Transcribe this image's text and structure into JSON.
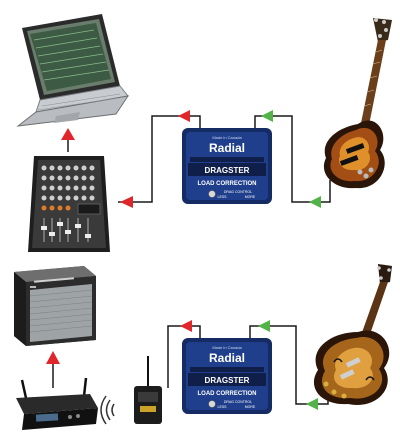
{
  "colors": {
    "cable": "#1a1a1a",
    "arrow_red": "#e0262b",
    "arrow_green": "#52b447",
    "di_box_blue": "#1f3f8c",
    "di_box_dark": "#142b63"
  },
  "top_setup": {
    "laptop": {
      "icon": "laptop-icon"
    },
    "mixer": {
      "icon": "mixer-icon"
    },
    "bass_guitar": {
      "icon": "bass-guitar-icon"
    },
    "di_box": {
      "brand": "Radial",
      "origin": "Made in Canada",
      "name": "DRAGSTER",
      "function": "LOAD CORRECTION",
      "knob_label": "DRAG CONTROL",
      "less_label": "LESS",
      "more_label": "MORE"
    }
  },
  "bottom_setup": {
    "amplifier": {
      "icon": "amplifier-icon"
    },
    "wireless_receiver": {
      "icon": "wireless-receiver-icon"
    },
    "bodypack_transmitter": {
      "icon": "bodypack-transmitter-icon"
    },
    "wireless_signal": {
      "icon": "wireless-signal-icon"
    },
    "electric_guitar": {
      "icon": "hollowbody-guitar-icon"
    },
    "di_box": {
      "brand": "Radial",
      "origin": "Made in Canada",
      "name": "DRAGSTER",
      "function": "LOAD CORRECTION",
      "knob_label": "DRAG CONTROL",
      "less_label": "LESS",
      "more_label": "MORE"
    }
  }
}
